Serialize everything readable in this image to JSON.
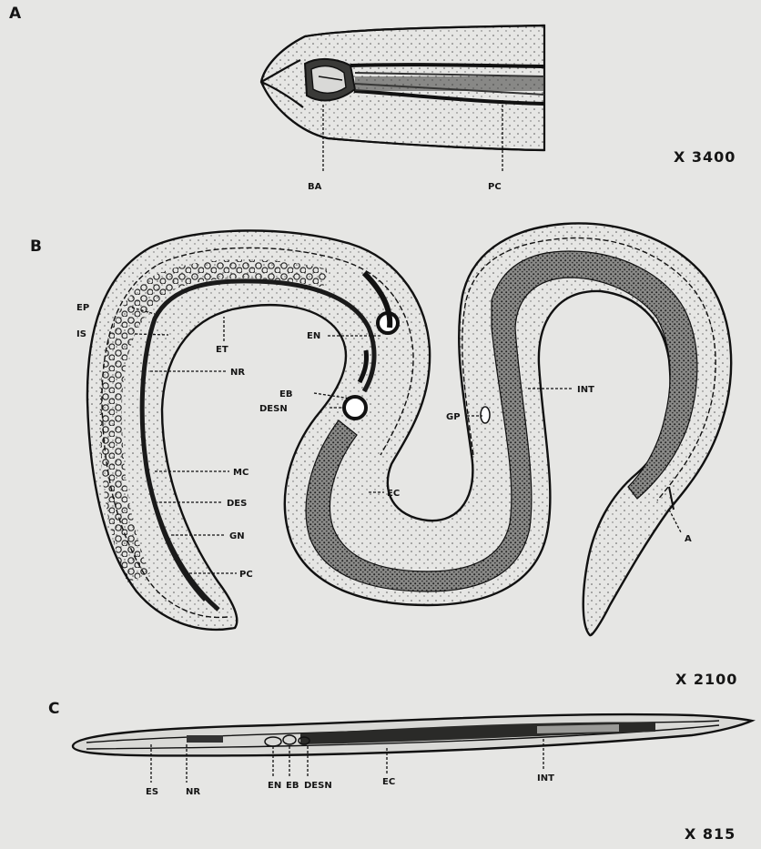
{
  "panels": {
    "a": {
      "letter": "A",
      "magnification": "X 3400",
      "labels": {
        "ba": "BA",
        "pc": "PC"
      }
    },
    "b": {
      "letter": "B",
      "magnification": "X 2100",
      "labels": {
        "ep": "EP",
        "is": "IS",
        "et": "ET",
        "nr": "NR",
        "en": "EN",
        "eb": "EB",
        "desn": "DESN",
        "mc": "MC",
        "des": "DES",
        "gn": "GN",
        "pc": "PC",
        "ec": "EC",
        "gp": "GP",
        "int": "INT",
        "a": "A"
      }
    },
    "c": {
      "letter": "C",
      "magnification": "X 815",
      "labels": {
        "es": "ES",
        "nr": "NR",
        "en": "EN",
        "eb": "EB",
        "desn": "DESN",
        "ec": "EC",
        "int": "INT"
      }
    }
  }
}
